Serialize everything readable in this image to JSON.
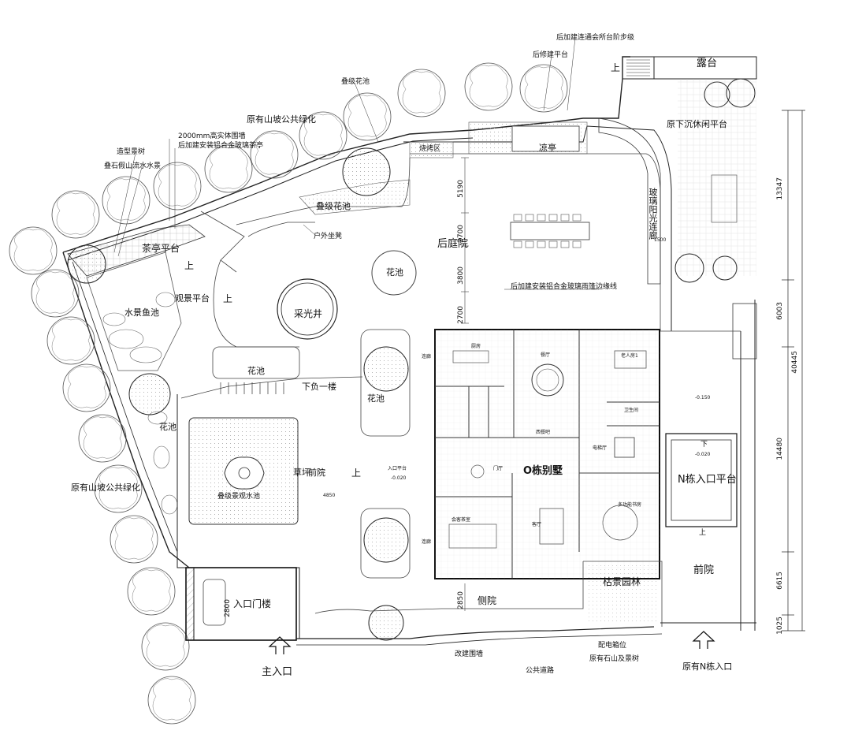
{
  "labels": {
    "top_stair_note": "后加建连通会所台阶步级",
    "added_platform": "后修建平台",
    "up": "上",
    "dew_terrace": "露台",
    "layered_planter_top": "叠级花池",
    "public_green_top": "原有山坡公共绿化",
    "wall_note": "2000mm高实体围墙",
    "teahouse_note": "后加建安装铝合金玻璃茶亭",
    "shaped_tree": "造型景树",
    "rock_waterfall": "叠石假山流水水景",
    "bbq_area": "烧烤区",
    "pavilion": "凉亭",
    "sunken_platform": "原下沉休闲平台",
    "glass_corridor": "玻璃阳光连廊",
    "layered_planter_mid": "叠级花池",
    "tea_pavilion": "茶亭平台",
    "outdoor_seat": "户外坐凳",
    "back_courtyard": "后庭院",
    "viewing_platform": "观景平台",
    "flower_pool": "花池",
    "fish_pond": "水景鱼池",
    "skylight": "采光井",
    "canopy_note": "后加建安装铝合金玻璃雨篷边缘线",
    "flower_bed": "花池",
    "down_basement": "下负一楼",
    "flower_left": "花池",
    "flower_inner_top": "花池",
    "walkway": "连廊",
    "kitchen": "厨房",
    "dining": "餐厅",
    "bedroom": "老人房1",
    "villa_o": "O栋别墅",
    "lawn": "草坪",
    "front_yard_o": "前院",
    "entry_platform": "入口平台",
    "entry_elev": "-0.020",
    "pool": "叠级景观水池",
    "living": "客厅",
    "reading_room": "多功能书房",
    "n_entry": "N栋入口平台",
    "n_down": "下",
    "n_elev": "-0.020",
    "front_yard_n": "前院",
    "n_up": "上",
    "zen_garden": "枯景园林",
    "side_yard": "侧院",
    "public_green_left": "原有山坡公共绿化",
    "gate_house": "入口门楼",
    "main_entry": "主入口",
    "n_original_entry": "原有N栋入口",
    "rebuilt_wall": "改建围墙",
    "distribution": "配电箱位",
    "rock_trees": "原有石山及景树",
    "public_road": "公共道路",
    "elev_right": "-0.150",
    "west_kitchen": "西餐吧",
    "foyer": "门厅",
    "elevator": "电梯厅",
    "bath": "卫生间",
    "tea_room": "会客茶室",
    "walkway2": "连廊"
  },
  "dimensions": {
    "d1": "13347",
    "d2": "6003",
    "d3": "40445",
    "d4": "14480",
    "d5": "6615",
    "d6": "1025",
    "mid1": "5190",
    "mid2": "2700",
    "mid3": "3800",
    "mid4": "2700",
    "h1": "1500",
    "h2": "4850",
    "h3": "2850",
    "v1": "2800"
  }
}
